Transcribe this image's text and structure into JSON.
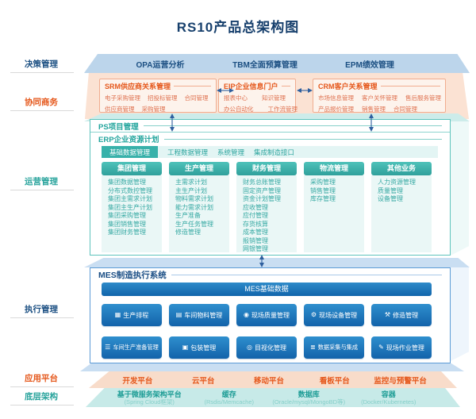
{
  "title": "RS10产品总架构图",
  "side_labels": [
    {
      "label": "决策管理"
    },
    {
      "label": "协同商务"
    },
    {
      "label": "运营管理"
    },
    {
      "label": "执行管理"
    },
    {
      "label": "应用平台"
    },
    {
      "label": "底层架构"
    }
  ],
  "decision": {
    "items": [
      "OPA运营分析",
      "TBM全面预算管理",
      "EPM绩效管理"
    ]
  },
  "collaboration": {
    "srm": {
      "title": "SRM供应商关系管理",
      "row1": [
        "电子采购管理",
        "招投标管理",
        "合同管理"
      ],
      "row2": [
        "供应商管理",
        "采购管理"
      ]
    },
    "eip": {
      "title": "EIP企业信息门户",
      "row1": [
        "报表中心",
        "知识管理"
      ],
      "row2": [
        "办公自动化",
        "工作流管理"
      ]
    },
    "crm": {
      "title": "CRM客户关系管理",
      "row1": [
        "市场信息管理",
        "客户关怀管理",
        "售后服务管理"
      ],
      "row2": [
        "产品报价管理",
        "销售管理",
        "合同管理"
      ]
    }
  },
  "operations": {
    "ps_title": "PS项目管理",
    "erp_title": "ERP企业资源计划",
    "tabs": [
      "基础数据管理",
      "工程数据管理",
      "系统管理",
      "集成制造接口"
    ],
    "active_tab": "基础数据管理",
    "columns": [
      {
        "header": "集团管理",
        "items": [
          "集团数据管理",
          "分布式数控管理",
          "集团主需求计划",
          "集团主生产计划",
          "集团采购管理",
          "集团销售管理",
          "集团财务管理"
        ]
      },
      {
        "header": "生产管理",
        "items": [
          "主需求计划",
          "主生产计划",
          "物料需求计划",
          "能力需求计划",
          "生产准备",
          "生产任务管理",
          "修造管理"
        ]
      },
      {
        "header": "财务管理",
        "items": [
          "财务总账管理",
          "固定资产管理",
          "资金计划管理",
          "应收管理",
          "应付管理",
          "存货核算",
          "成本管理",
          "报销管理",
          "网银管理"
        ]
      },
      {
        "header": "物流管理",
        "items": [
          "采购管理",
          "销售管理",
          "库存管理"
        ]
      },
      {
        "header": "其他业务",
        "items": [
          "人力资源管理",
          "质量管理",
          "设备管理"
        ]
      }
    ]
  },
  "mes": {
    "title": "MES制造执行系统",
    "base_bar": "MES基础数据",
    "modules_row1": [
      {
        "icon": "▦",
        "label": "生产排程"
      },
      {
        "icon": "▤",
        "label": "车间物料管理"
      },
      {
        "icon": "◉",
        "label": "现场质量管理"
      },
      {
        "icon": "⚙",
        "label": "现场设备管理"
      },
      {
        "icon": "⚒",
        "label": "修造管理"
      }
    ],
    "modules_row2": [
      {
        "icon": "☰",
        "label": "车间生产准备管理"
      },
      {
        "icon": "▣",
        "label": "包装管理"
      },
      {
        "icon": "◎",
        "label": "目视化管理"
      },
      {
        "icon": "≣",
        "label": "数据采集与集成"
      },
      {
        "icon": "✎",
        "label": "现场作业管理"
      }
    ]
  },
  "app_platform": {
    "items": [
      "开发平台",
      "云平台",
      "移动平台",
      "看板平台",
      "监控与预警平台"
    ]
  },
  "infrastructure": {
    "items": [
      {
        "name": "基于微服务架构平台",
        "sub": "(Spring Cloud框架)"
      },
      {
        "name": "缓存",
        "sub": "(Rsdis/Memcache)"
      },
      {
        "name": "数据库",
        "sub": "(Oracle/mysql/MongoBD等)"
      },
      {
        "name": "容器",
        "sub": "(Docker/Kubernetes)"
      }
    ]
  },
  "colors": {
    "navy": "#1c5083",
    "orange": "#e5581c",
    "teal": "#2aa49d",
    "decision_band": "#bcd5eb",
    "collab_band": "#fbe2d3",
    "teal_face": "#cdecea",
    "mes_face": "#c9def2",
    "mes_button": "#1a6db5"
  }
}
